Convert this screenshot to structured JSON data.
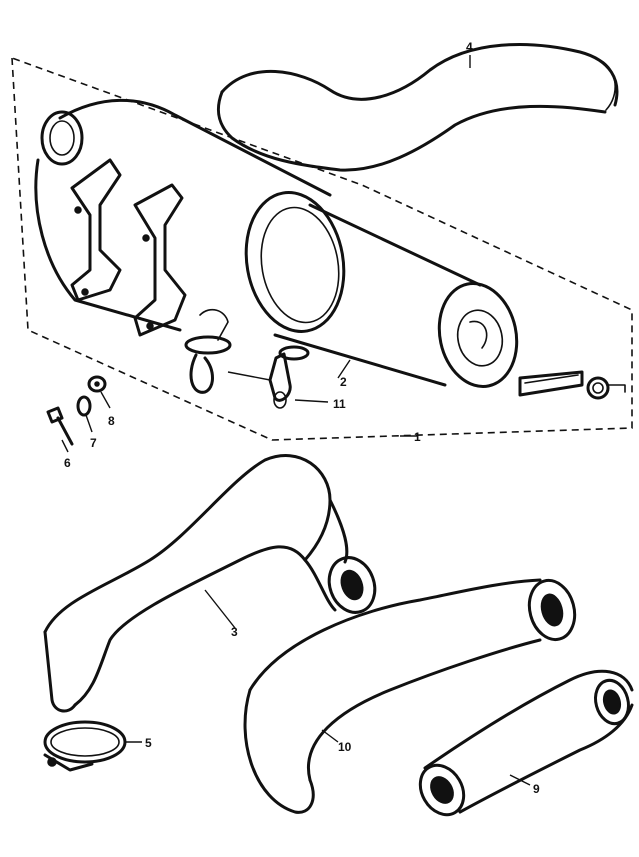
{
  "parts": [
    {
      "id": "p1",
      "number": "1"
    },
    {
      "id": "p2",
      "number": "2"
    },
    {
      "id": "p3",
      "number": "3"
    },
    {
      "id": "p4",
      "number": "4"
    },
    {
      "id": "p5",
      "number": "5"
    },
    {
      "id": "p6",
      "number": "6"
    },
    {
      "id": "p7",
      "number": "7"
    },
    {
      "id": "p8",
      "number": "8"
    },
    {
      "id": "p9",
      "number": "9"
    },
    {
      "id": "p10",
      "number": "10"
    },
    {
      "id": "p11",
      "number": "11"
    }
  ]
}
